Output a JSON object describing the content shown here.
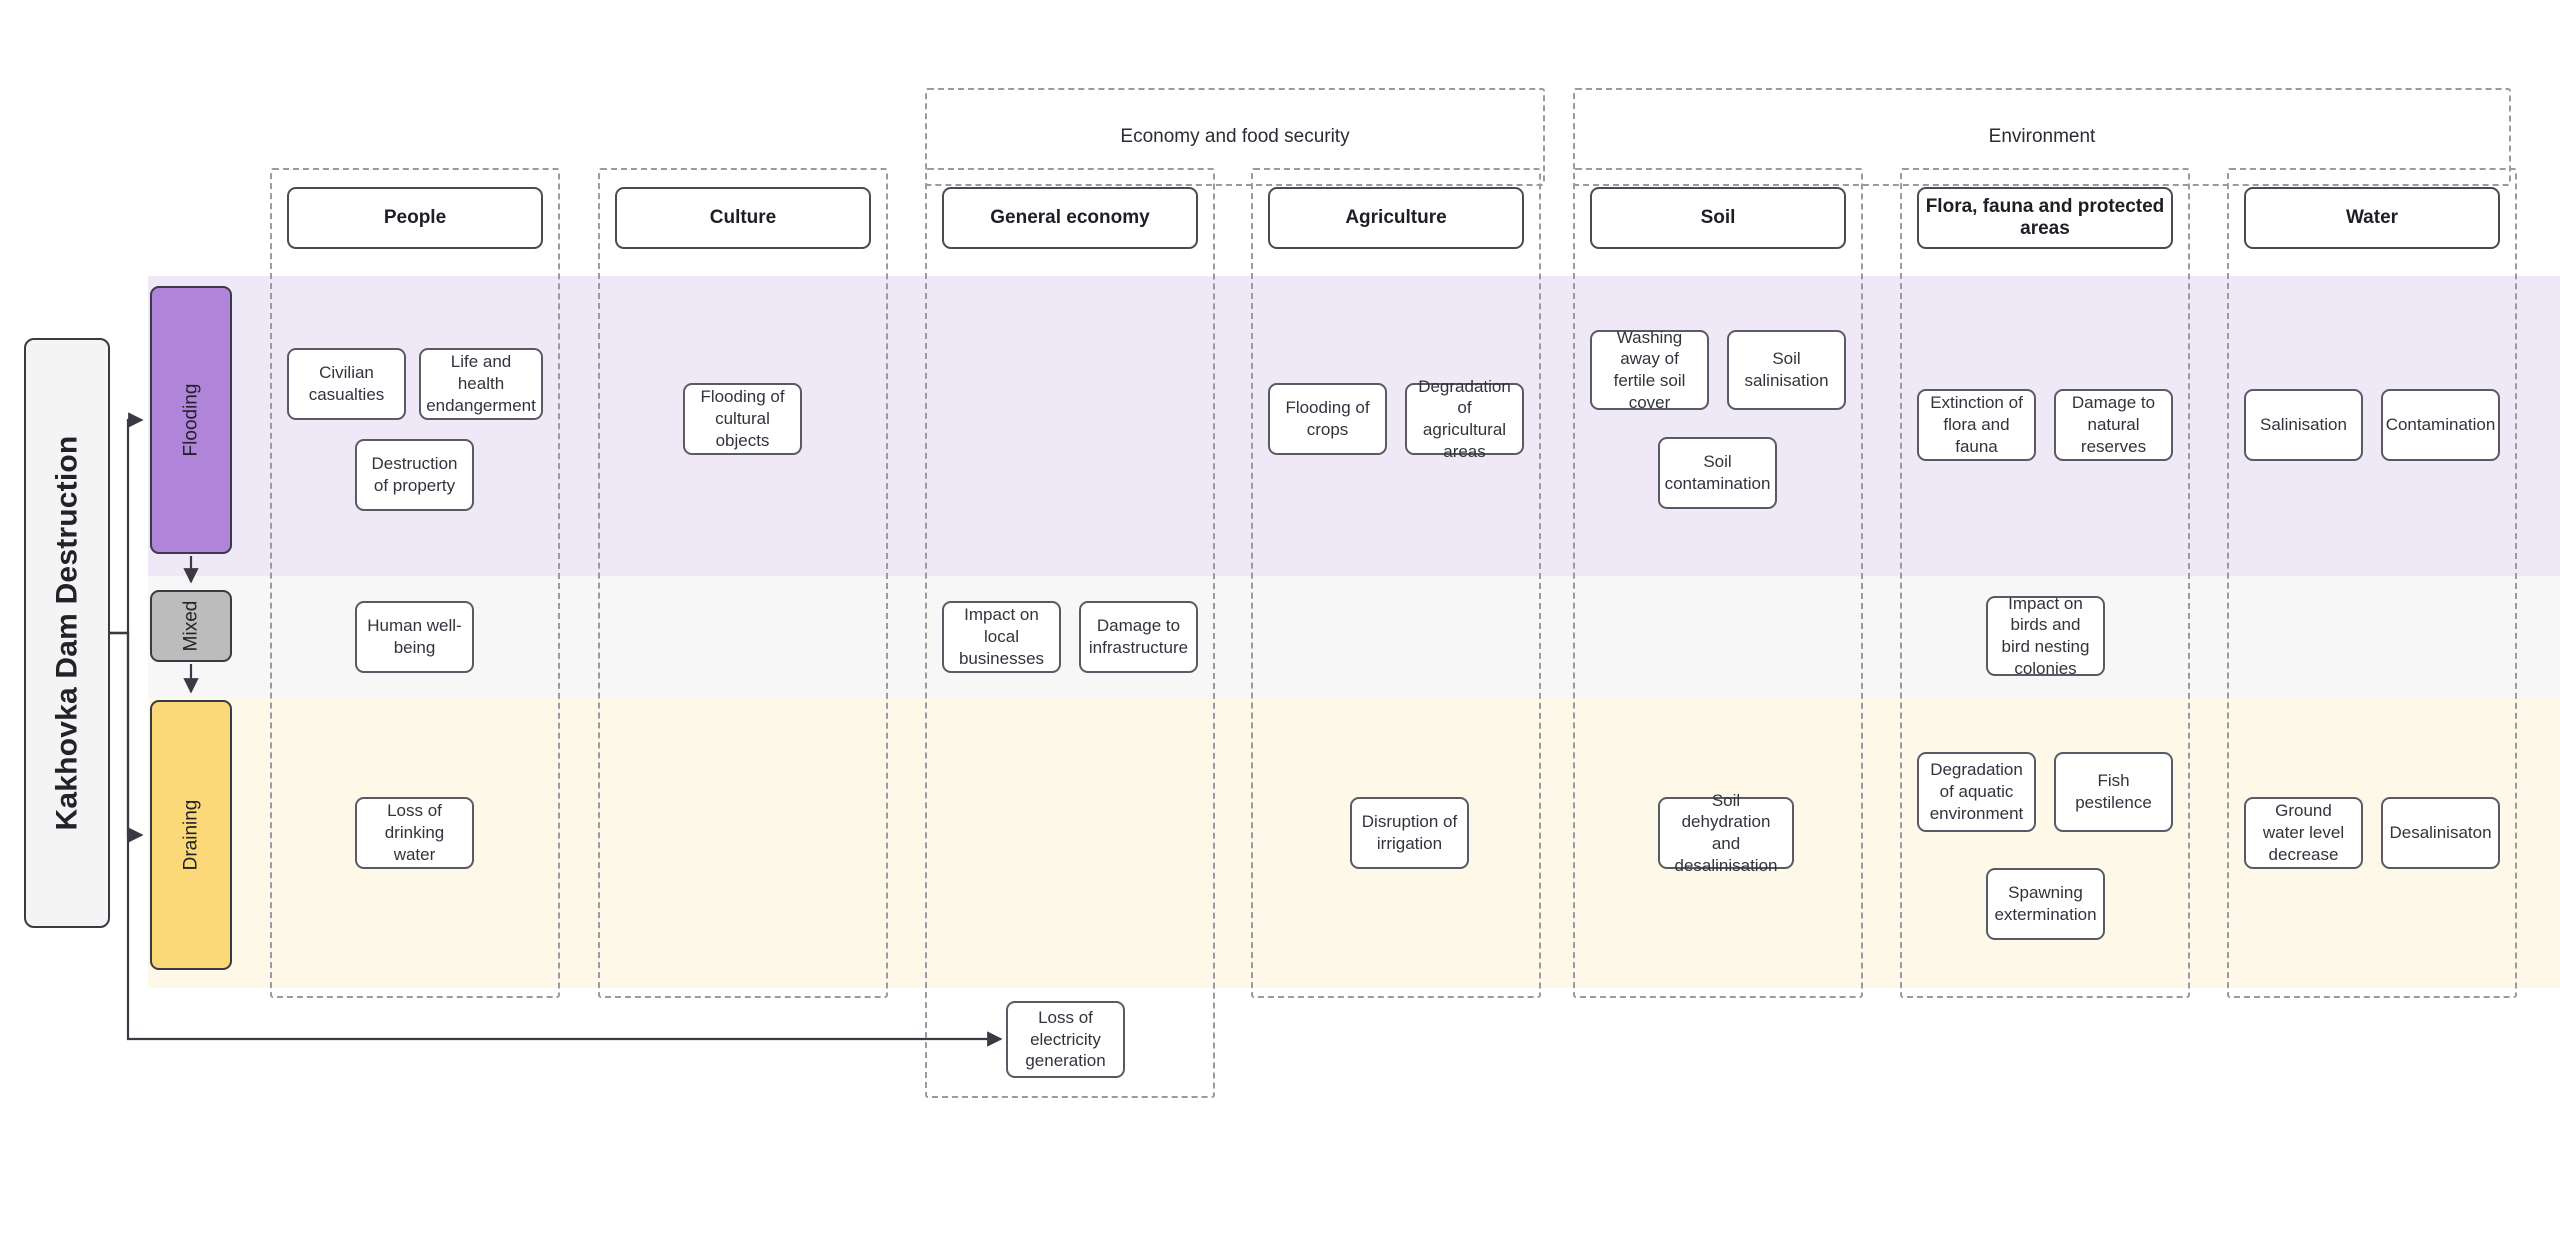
{
  "diagram": {
    "root": {
      "label": "Kakhovka Dam Destruction"
    },
    "drivers": [
      {
        "id": "flooding",
        "label": "Flooding",
        "color": "#b084d8"
      },
      {
        "id": "mixed",
        "label": "Mixed",
        "color": "#bcbcbc"
      },
      {
        "id": "draining",
        "label": "Draining",
        "color": "#fbd979"
      }
    ],
    "supergroups": [
      {
        "id": "economy",
        "label": "Economy and food security"
      },
      {
        "id": "environment",
        "label": "Environment"
      }
    ],
    "columns": [
      {
        "id": "people",
        "header": "People"
      },
      {
        "id": "culture",
        "header": "Culture"
      },
      {
        "id": "general-economy",
        "header": "General economy"
      },
      {
        "id": "agriculture",
        "header": "Agriculture"
      },
      {
        "id": "soil",
        "header": "Soil"
      },
      {
        "id": "flora",
        "header": "Flora, fauna and protected areas"
      },
      {
        "id": "water",
        "header": "Water"
      }
    ],
    "bands": [
      {
        "id": "flooding",
        "color": "#efe8f7"
      },
      {
        "id": "mixed",
        "color": "#f7f7f7"
      },
      {
        "id": "draining",
        "color": "#fdf8e7"
      }
    ],
    "nodes": {
      "flooding": {
        "people": [
          "Civilian casualties",
          "Life and health endangerment",
          "Destruction of property"
        ],
        "culture": [
          "Flooding of cultural objects"
        ],
        "general-economy": [],
        "agriculture": [
          "Flooding of crops",
          "Degradation of agricultural areas"
        ],
        "soil": [
          "Washing away of fertile soil cover",
          "Soil salinisation",
          "Soil contamination"
        ],
        "flora": [
          "Extinction of flora and fauna",
          "Damage to natural reserves"
        ],
        "water": [
          "Salinisation",
          "Contamination"
        ]
      },
      "mixed": {
        "people": [
          "Human well-being"
        ],
        "culture": [],
        "general-economy": [
          "Impact on local businesses",
          "Damage to infrastructure"
        ],
        "agriculture": [],
        "soil": [],
        "flora": [
          "Impact on birds and bird nesting colonies"
        ],
        "water": []
      },
      "draining": {
        "people": [
          "Loss of drinking water"
        ],
        "culture": [],
        "general-economy": [],
        "agriculture": [
          "Disruption of irrigation"
        ],
        "soil": [
          "Soil dehydration and desalinisation"
        ],
        "flora": [
          "Degradation of aquatic environment",
          "Fish pestilence",
          "Spawning extermination"
        ],
        "water": [
          "Ground water level decrease",
          "Desalinisaton"
        ]
      },
      "extra": {
        "general-economy": [
          "Loss of electricity generation"
        ]
      }
    },
    "colors": {
      "flooding_fill": "#b084d8",
      "mixed_fill": "#bcbcbc",
      "draining_fill": "#fbd979",
      "flooding_band": "#efe8f7",
      "mixed_band": "#f7f7f7",
      "draining_band": "#fdf8e7",
      "node_border": "#5a5a66",
      "group_border": "#9a9aa3"
    }
  }
}
